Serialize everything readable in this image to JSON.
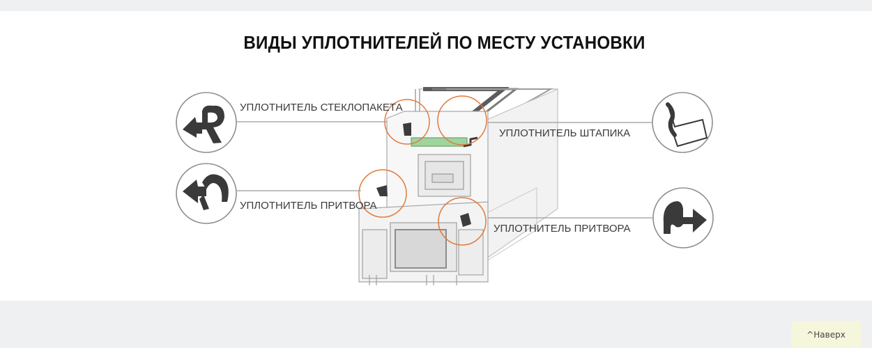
{
  "heading": "ВИДЫ УПЛОТНИТЕЛЕЙ ПО МЕСТУ УСТАНОВКИ",
  "labels": {
    "glass_unit_seal": "УПЛОТНИТЕЛЬ СТЕКЛОПАКЕТА",
    "glazing_bead_seal": "УПЛОТНИТЕЛЬ ШТАПИКА",
    "rebate_seal_left": "УПЛОТНИТЕЛЬ ПРИТВОРА",
    "rebate_seal_right": "УПЛОТНИТЕЛЬ ПРИТВОРА"
  },
  "icons": {
    "top_left": "glass-unit-seal-profile-icon",
    "top_right": "glazing-bead-seal-profile-icon",
    "bottom_left": "rebate-seal-profile-icon",
    "bottom_right": "rebate-seal-profile-icon"
  },
  "colors": {
    "accent_orange": "#e07a3c",
    "seal_dark": "#3c3c3c",
    "spacer_green": "#9fd49f"
  },
  "back_to_top": "^Наверх"
}
